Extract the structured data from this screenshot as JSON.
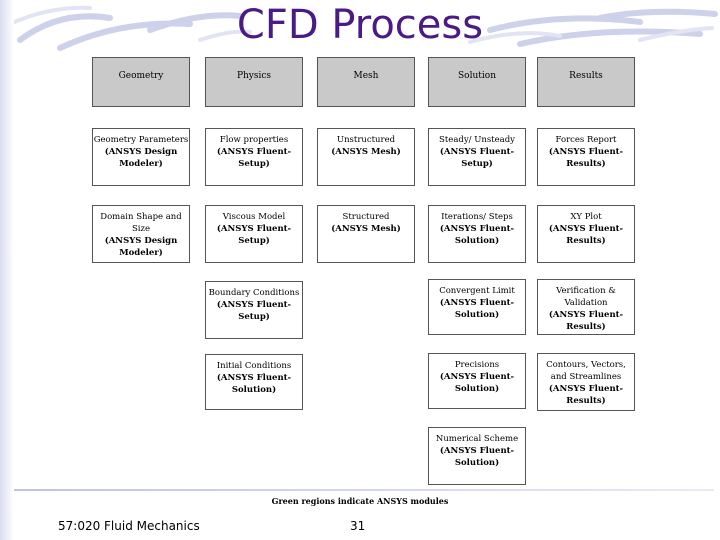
{
  "slide": {
    "title": "CFD Process",
    "note": "Green regions indicate ANSYS modules",
    "footer_left": "57:020 Fluid Mechanics",
    "page_number": "31"
  },
  "columns": [
    {
      "header": "Geometry",
      "boxes": [
        {
          "text": "Geometry Parameters",
          "module": "(ANSYS Design Modeler)"
        },
        {
          "text": "Domain Shape and Size",
          "module": "(ANSYS Design Modeler)"
        }
      ]
    },
    {
      "header": "Physics",
      "boxes": [
        {
          "text": "Flow properties",
          "module": "(ANSYS Fluent-Setup)"
        },
        {
          "text": "Viscous Model",
          "module": "(ANSYS Fluent-Setup)"
        },
        {
          "text": "Boundary Conditions",
          "module": "(ANSYS Fluent-Setup)"
        },
        {
          "text": "Initial Conditions",
          "module": "(ANSYS Fluent-Solution)"
        }
      ]
    },
    {
      "header": "Mesh",
      "boxes": [
        {
          "text": "Unstructured",
          "module": "(ANSYS Mesh)"
        },
        {
          "text": "Structured",
          "module": "(ANSYS Mesh)"
        }
      ]
    },
    {
      "header": "Solution",
      "boxes": [
        {
          "text": "Steady/ Unsteady",
          "module": "(ANSYS Fluent-Setup)"
        },
        {
          "text": "Iterations/ Steps",
          "module": "(ANSYS Fluent-Solution)"
        },
        {
          "text": "Convergent Limit",
          "module": "(ANSYS Fluent-Solution)"
        },
        {
          "text": "Precisions",
          "module": "(ANSYS Fluent-Solution)"
        },
        {
          "text": "Numerical Scheme",
          "module": "(ANSYS Fluent-Solution)"
        }
      ]
    },
    {
      "header": "Results",
      "boxes": [
        {
          "text": "Forces Report",
          "module": "(ANSYS Fluent-Results)"
        },
        {
          "text": "XY Plot",
          "module": "(ANSYS Fluent-Results)"
        },
        {
          "text": "Verification & Validation",
          "module": "(ANSYS Fluent-Results)"
        },
        {
          "text": "Contours, Vectors, and Streamlines",
          "module": "(ANSYS Fluent-Results)"
        }
      ]
    }
  ]
}
